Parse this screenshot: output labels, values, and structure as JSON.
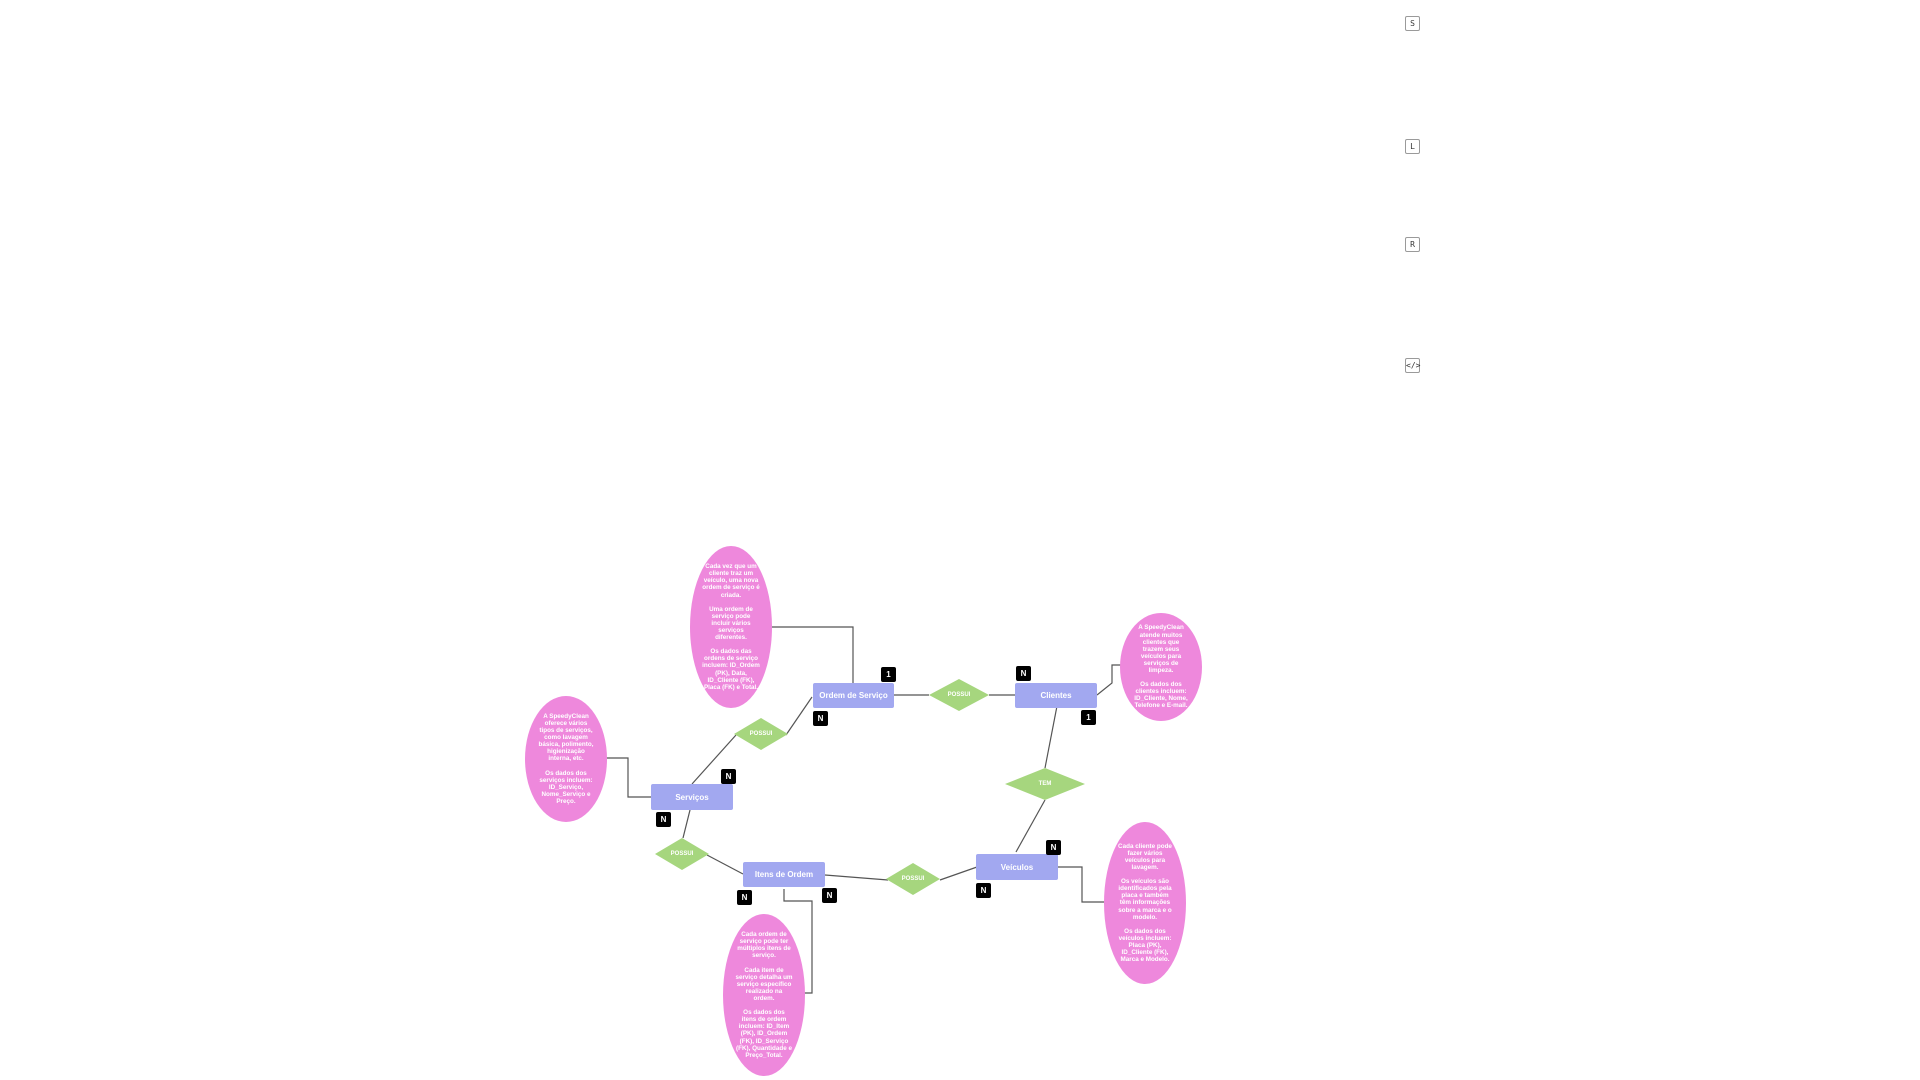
{
  "toolbar": {
    "s": "S",
    "l": "L",
    "r": "R",
    "code": "</>"
  },
  "entities": {
    "ordem": "Ordem de Serviço",
    "clientes": "Clientes",
    "servicos": "Serviços",
    "itens": "Itens de Ordem",
    "veiculos": "Veículos"
  },
  "relationships": {
    "ordem_clientes": "POSSUI",
    "servicos_ordem": "POSSUI",
    "servicos_itens": "POSSUI",
    "itens_veiculos": "POSSUI",
    "clientes_veiculos": "TEM"
  },
  "cardinalities": {
    "ordem_1": "1",
    "ordem_n": "N",
    "clientes_n": "N",
    "clientes_1": "1",
    "servicos_n_top": "N",
    "servicos_n_bottom": "N",
    "itens_n_left": "N",
    "itens_n_right": "N",
    "veiculos_n_top": "N",
    "veiculos_n_left": "N"
  },
  "notes": {
    "ordem": "Cada vez que um cliente traz um veículo, uma nova ordem de serviço é criada.\n\nUma ordem de serviço pode incluir vários serviços diferentes.\n\nOs dados das ordens de serviço incluem: ID_Ordem (PK), Data, ID_Cliente (FK), Placa (FK) e Total.",
    "clientes": "A SpeedyClean atende muitos clientes que trazem seus veículos para serviços de limpeza.\n\nOs dados dos clientes incluem: ID_Cliente, Nome, Telefone e E-mail.",
    "servicos": "A SpeedyClean oferece vários tipos de serviços, como lavagem básica, polimento, higienização interna, etc.\n\nOs dados dos serviços incluem: ID_Serviço, Nome_Serviço e Preço.",
    "veiculos": "Cada cliente pode fazer vários veículos para lavagem.\n\nOs veículos são identificados pela placa e também têm informações sobre a marca e o modelo.\n\nOs dados dos veículos incluem: Placa (PK), ID_Cliente (FK), Marca e Modelo.",
    "itens": "Cada ordem de serviço pode ter múltiplos itens de serviço.\n\nCada item de serviço detalha um serviço específico realizado na ordem.\n\nOs dados dos itens de ordem incluem: ID_Item (PK), ID_Ordem (FK), ID_Serviço (FK), Quantidade e Preço_Total."
  },
  "colors": {
    "entity": "#a2a8f0",
    "relationship": "#a6d67e",
    "note": "#ee88dc",
    "cardinality": "#000000",
    "connector": "#555555"
  }
}
